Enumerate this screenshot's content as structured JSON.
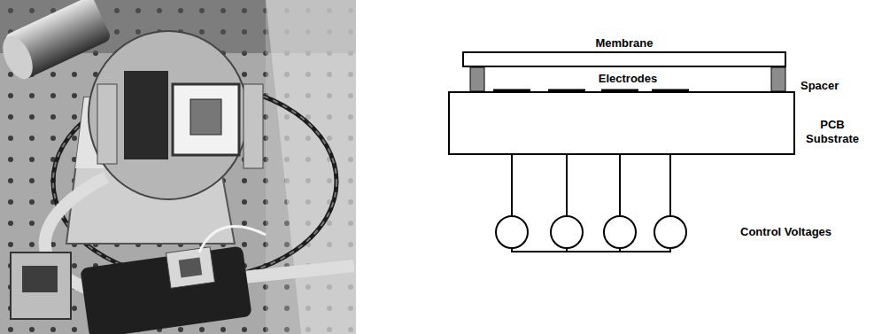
{
  "diagram": {
    "nodes": [
      {
        "text": [
          "Membrane"
        ]
      },
      {
        "text": [
          "PCB Substrate"
        ]
      }
    ],
    "labels": [
      "Electrodes",
      "Spacer",
      "Control Voltages"
    ]
  }
}
